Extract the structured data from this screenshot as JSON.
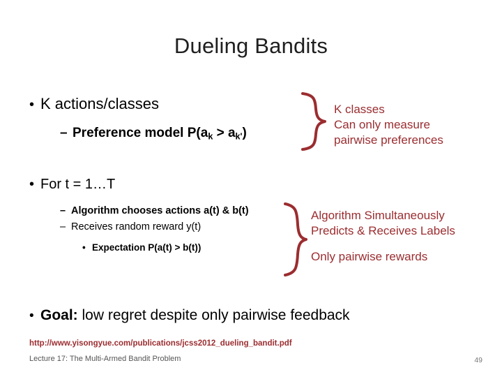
{
  "slide": {
    "title": "Dueling Bandits",
    "bullets": {
      "k_actions": "K actions/classes",
      "preference_model_prefix": "Preference model P(a",
      "preference_model_sub1": "k",
      "preference_model_mid": " > a",
      "preference_model_sub2": "k'",
      "preference_model_suffix": ")",
      "for_t": "For t = 1…T",
      "algorithm_chooses": "Algorithm chooses actions a(t) & b(t)",
      "receives_reward": "Receives random reward y(t)",
      "expectation": "Expectation P(a(t) > b(t))",
      "goal_label": "Goal:",
      "goal_text": " low regret despite only pairwise feedback"
    },
    "annotations": {
      "top": "K classes\nCan only measure\npairwise preferences",
      "middle": "Algorithm Simultaneously\nPredicts & Receives Labels",
      "bottom": "Only pairwise rewards"
    },
    "footer": {
      "url": "http://www.yisongyue.com/publications/jcss2012_dueling_bandit.pdf",
      "lecture": "Lecture 17: The Multi-Armed Bandit Problem",
      "page_number": "49"
    },
    "colors": {
      "accent_red": "#9B2D30",
      "title": "#1F1F1F",
      "body": "#000000",
      "footer_muted": "#555555"
    }
  }
}
